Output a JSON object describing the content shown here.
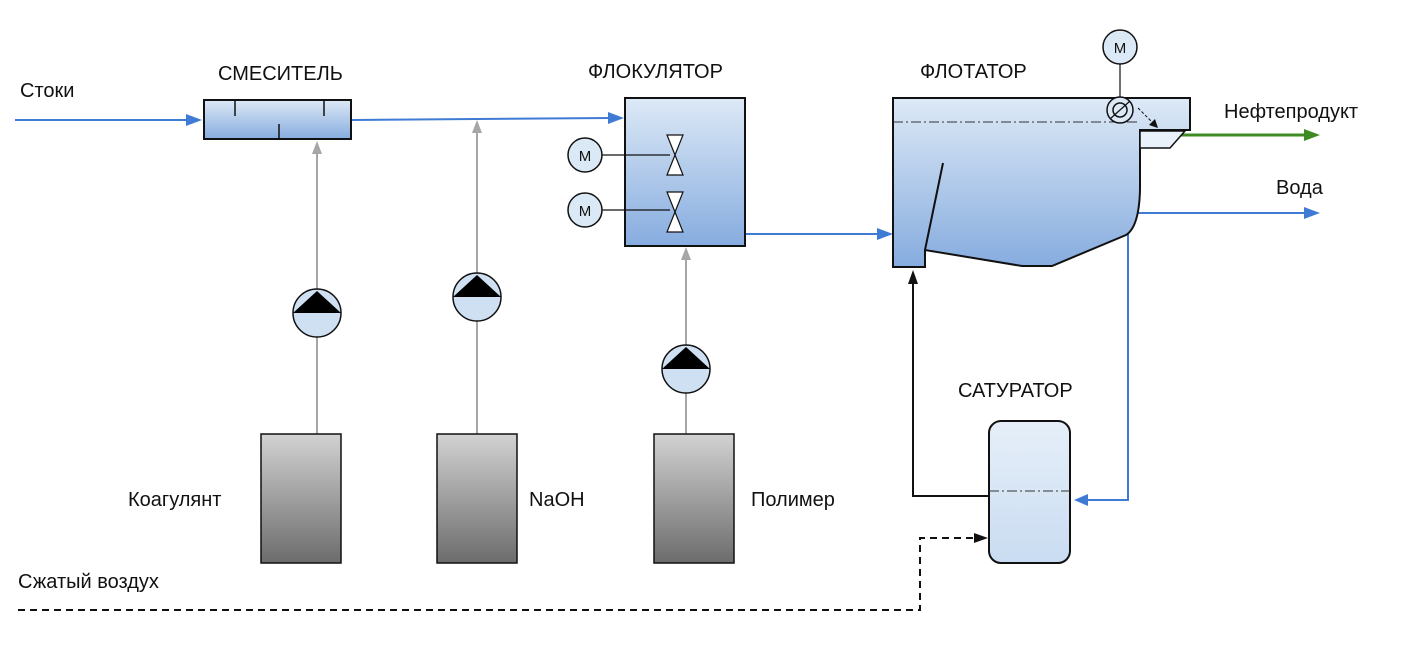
{
  "labels": {
    "inlet": "Стоки",
    "mixer": "СМЕСИТЕЛЬ",
    "flocculator": "ФЛОКУЛЯТОР",
    "flotator": "ФЛОТАТОР",
    "oil_product": "Нефтепродукт",
    "water": "Вода",
    "saturator": "САТУРАТОР",
    "coagulant": "Коагулянт",
    "naoh": "NaOH",
    "polymer": "Полимер",
    "compressed_air": "Сжатый воздух",
    "motor": "М"
  },
  "colors": {
    "flow_water": "#3f7bd4",
    "flow_oil": "#3d8b22",
    "dosing_line": "#a6a6a6",
    "recycle_line": "#111111",
    "vessel_light": "#dbe9f7",
    "vessel_dark": "#86aee0",
    "tank_light": "#cfcfcf",
    "tank_dark": "#6a6a6a"
  },
  "icons": [
    "pump-icon",
    "motor-icon",
    "valve-icon",
    "arrow-head-icon",
    "skimmer-icon"
  ]
}
